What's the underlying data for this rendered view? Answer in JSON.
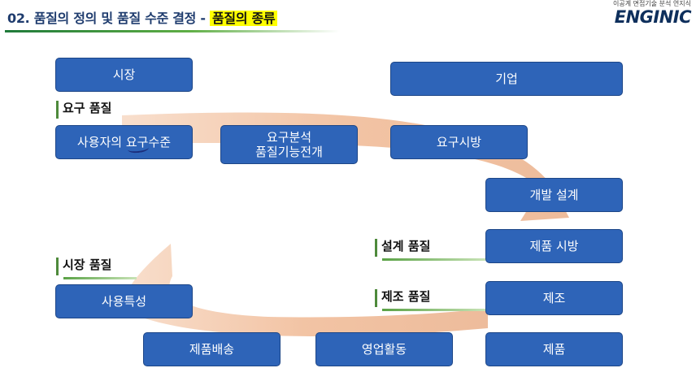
{
  "header": {
    "title_prefix": "02. 품질의 정의 및 품질 수준 결정 - ",
    "title_highlight": "품질의 종류",
    "brand_tagline": "이공계 면접기술 분석 연지식",
    "brand_logo": "ENGINIC"
  },
  "boxes": {
    "market": "시장",
    "company": "기업",
    "user_requirement": "사용자의 요구수준",
    "requirement_analysis": "요구분석\n품질기능전개",
    "requirement_spec": "요구시방",
    "dev_design": "개발 설계",
    "product_spec": "제품 시방",
    "manufacturing": "제조",
    "product": "제품",
    "sales": "영업활동",
    "delivery": "제품배송",
    "usage": "사용특성"
  },
  "quality_labels": {
    "requirement": "요구 품질",
    "design": "설계 품질",
    "manufacturing": "제조 품질",
    "market": "시장 품질"
  },
  "colors": {
    "box_fill": "#2e64b8",
    "arrow_fill": "#f2c0a0",
    "accent_green": "#4e8a3b",
    "highlight": "#ffff00"
  }
}
